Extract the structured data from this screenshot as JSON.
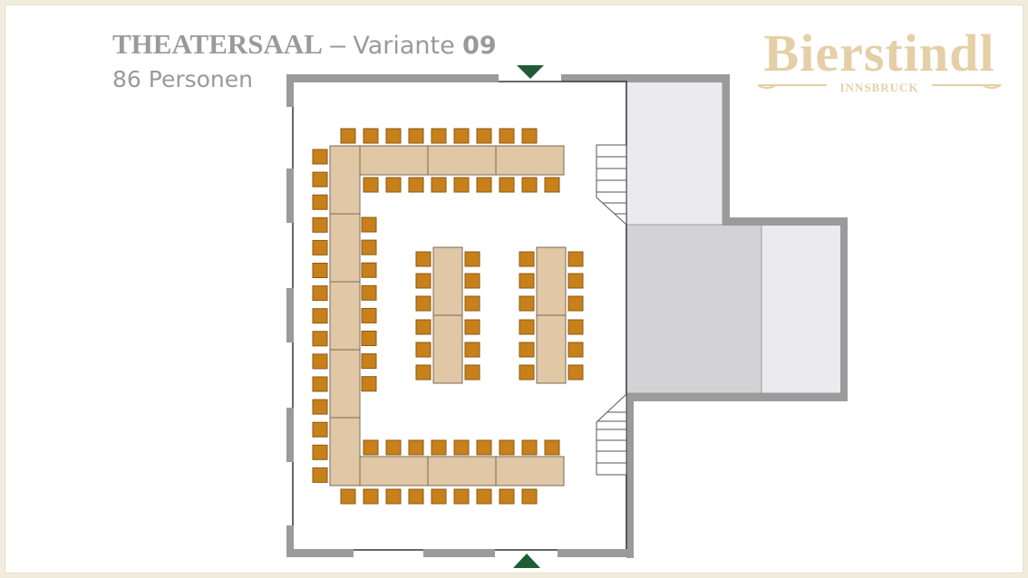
{
  "header": {
    "room": "THEATERSAAL",
    "separator": " – ",
    "variant_label": "Variante",
    "variant_number": "09",
    "capacity": "86 Personen"
  },
  "logo": {
    "name": "Bierstindl",
    "city": "INNSBRUCK"
  },
  "colors": {
    "chair": "#c8801a",
    "chair_stroke": "#8a5a14",
    "table": "#e0c7a5",
    "table_stroke": "#7d6a55",
    "wall": "#9b9b9b",
    "entrance": "#1f5c35",
    "logo": "#e5cfa6",
    "room_light": "#ebebee",
    "room_mid": "#d3d3d6"
  },
  "icons": [
    "entrance-arrow-icon",
    "stairs-icon"
  ]
}
